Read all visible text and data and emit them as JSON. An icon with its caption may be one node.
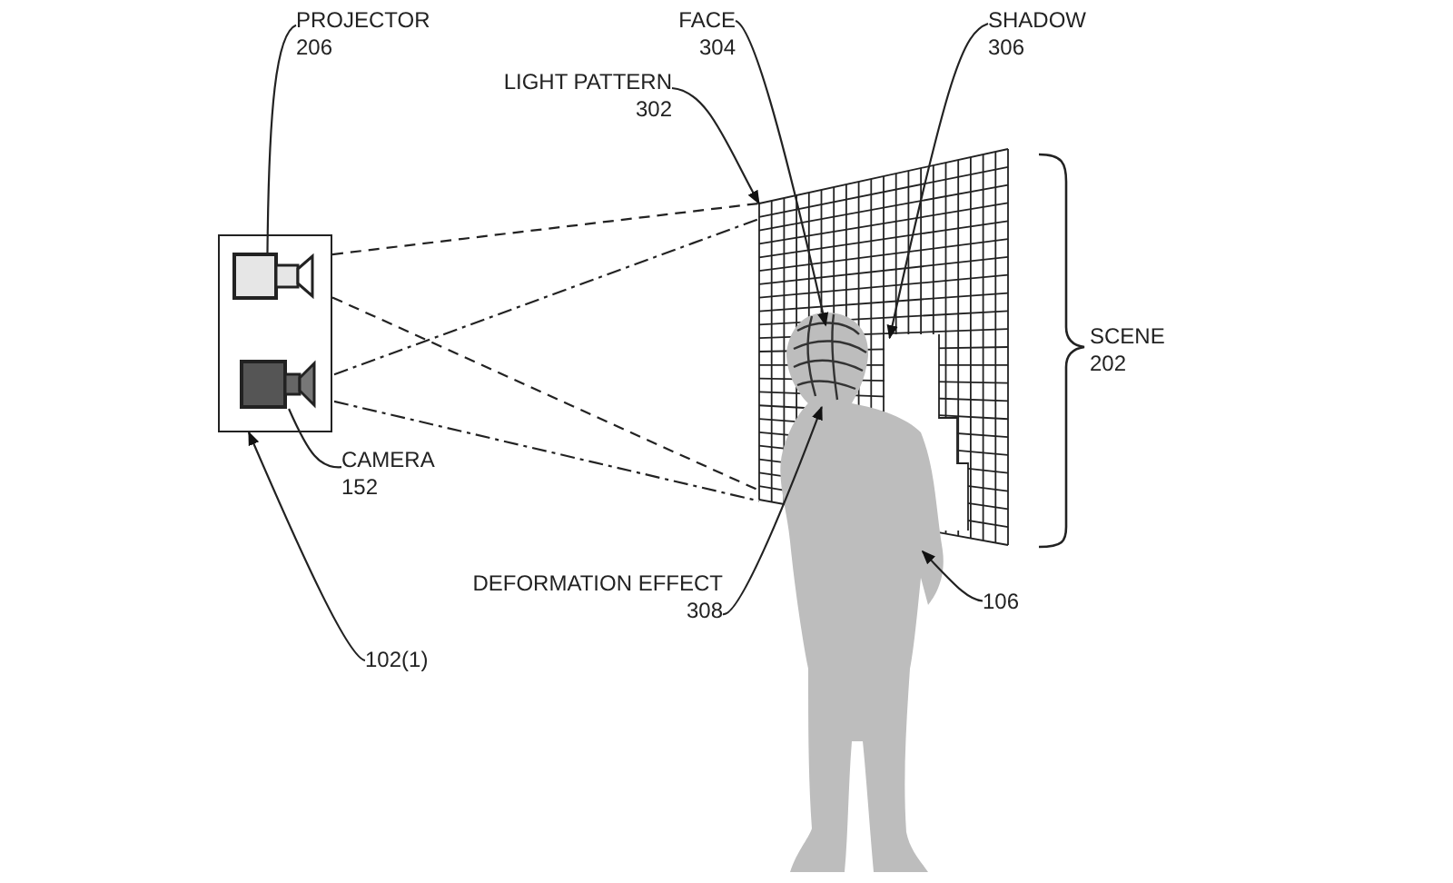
{
  "diagram": {
    "nodes": [
      {
        "text": [
          "PROJECTOR",
          "206"
        ]
      },
      {
        "text": [],
        "shape": "box"
      },
      {
        "text": [],
        "shape": "box",
        "in": 1
      },
      {
        "text": [],
        "shape": "box",
        "in": 1
      },
      {
        "text": [
          "CAMERA",
          "152"
        ]
      },
      {
        "text": [
          "102(1)"
        ]
      },
      {
        "text": [
          "FACE",
          "304"
        ]
      },
      {
        "text": [
          "LIGHT PATTERN",
          "302"
        ]
      },
      {
        "text": [
          "SHADOW",
          "306"
        ]
      },
      {
        "text": [],
        "shape": "picture"
      },
      {
        "text": [],
        "shape": "person"
      },
      {
        "text": [
          "DEFORMATION EFFECT",
          "308"
        ]
      },
      {
        "text": [
          "106"
        ]
      }
    ],
    "edges": [
      {
        "from": 0,
        "to": 2,
        "arrow": "none"
      },
      {
        "from": 4,
        "to": 3,
        "arrow": "none"
      },
      {
        "from": 5,
        "to": 1,
        "arrow": "to"
      },
      {
        "from": 6,
        "to": 10,
        "arrow": "to"
      },
      {
        "from": 7,
        "to": 9,
        "arrow": "to"
      },
      {
        "from": 8,
        "to": 10,
        "arrow": "to"
      },
      {
        "from": 11,
        "to": 10,
        "arrow": "to"
      },
      {
        "from": 12,
        "to": 10,
        "arrow": "to"
      },
      {
        "from": 2,
        "to": 9,
        "arrow": "none",
        "style": "dashed"
      },
      {
        "from": 2,
        "to": 9,
        "arrow": "none",
        "style": "dashed"
      },
      {
        "from": 3,
        "to": 9,
        "arrow": "none",
        "style": "dashed"
      },
      {
        "from": 3,
        "to": 9,
        "arrow": "none",
        "style": "dashed"
      }
    ],
    "labels": [
      "SCENE 202"
    ]
  }
}
